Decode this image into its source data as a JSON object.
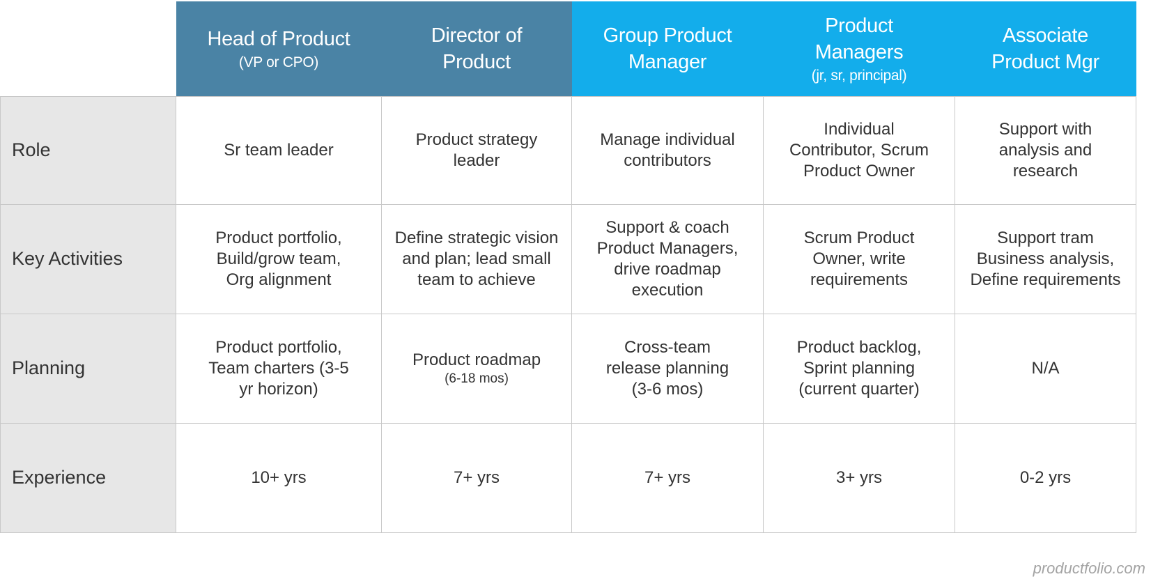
{
  "columns": [
    {
      "title": "Head of Product",
      "subtitle": "(VP or CPO)"
    },
    {
      "title": "Director of Product",
      "subtitle": ""
    },
    {
      "title": "Group Product Manager",
      "subtitle": ""
    },
    {
      "title": "Product Managers",
      "subtitle": "(jr, sr, principal)"
    },
    {
      "title": "Associate Product Mgr",
      "subtitle": ""
    }
  ],
  "header_colors": {
    "senior": "#4a83a5",
    "product": "#13adeb"
  },
  "rows": [
    {
      "label": "Role",
      "cells": [
        {
          "text": "Sr team leader",
          "sub": ""
        },
        {
          "text": "Product strategy leader",
          "sub": ""
        },
        {
          "text": "Manage individual contributors",
          "sub": ""
        },
        {
          "text": "Individual Contributor, Scrum Product Owner",
          "sub": ""
        },
        {
          "text": "Support with analysis and research",
          "sub": ""
        }
      ]
    },
    {
      "label": "Key Activities",
      "cells": [
        {
          "text": "Product portfolio, Build/grow team, Org alignment",
          "sub": ""
        },
        {
          "text": "Define strategic vision and plan; lead small team to achieve",
          "sub": ""
        },
        {
          "text": "Support & coach Product Managers, drive roadmap execution",
          "sub": ""
        },
        {
          "text": "Scrum Product Owner, write requirements",
          "sub": ""
        },
        {
          "text": "Support tram Business analysis, Define requirements",
          "sub": ""
        }
      ]
    },
    {
      "label": "Planning",
      "cells": [
        {
          "text": "Product portfolio, Team charters (3-5 yr horizon)",
          "sub": ""
        },
        {
          "text": "Product roadmap",
          "sub": "(6-18 mos)"
        },
        {
          "text": "Cross-team release planning (3-6 mos)",
          "sub": ""
        },
        {
          "text": "Product backlog, Sprint planning (current quarter)",
          "sub": ""
        },
        {
          "text": "N/A",
          "sub": ""
        }
      ]
    },
    {
      "label": "Experience",
      "cells": [
        {
          "text": "10+ yrs",
          "sub": ""
        },
        {
          "text": "7+ yrs",
          "sub": ""
        },
        {
          "text": "7+ yrs",
          "sub": ""
        },
        {
          "text": "3+ yrs",
          "sub": ""
        },
        {
          "text": "0-2 yrs",
          "sub": ""
        }
      ]
    }
  ],
  "footer": {
    "credit": "productfolio.com"
  }
}
